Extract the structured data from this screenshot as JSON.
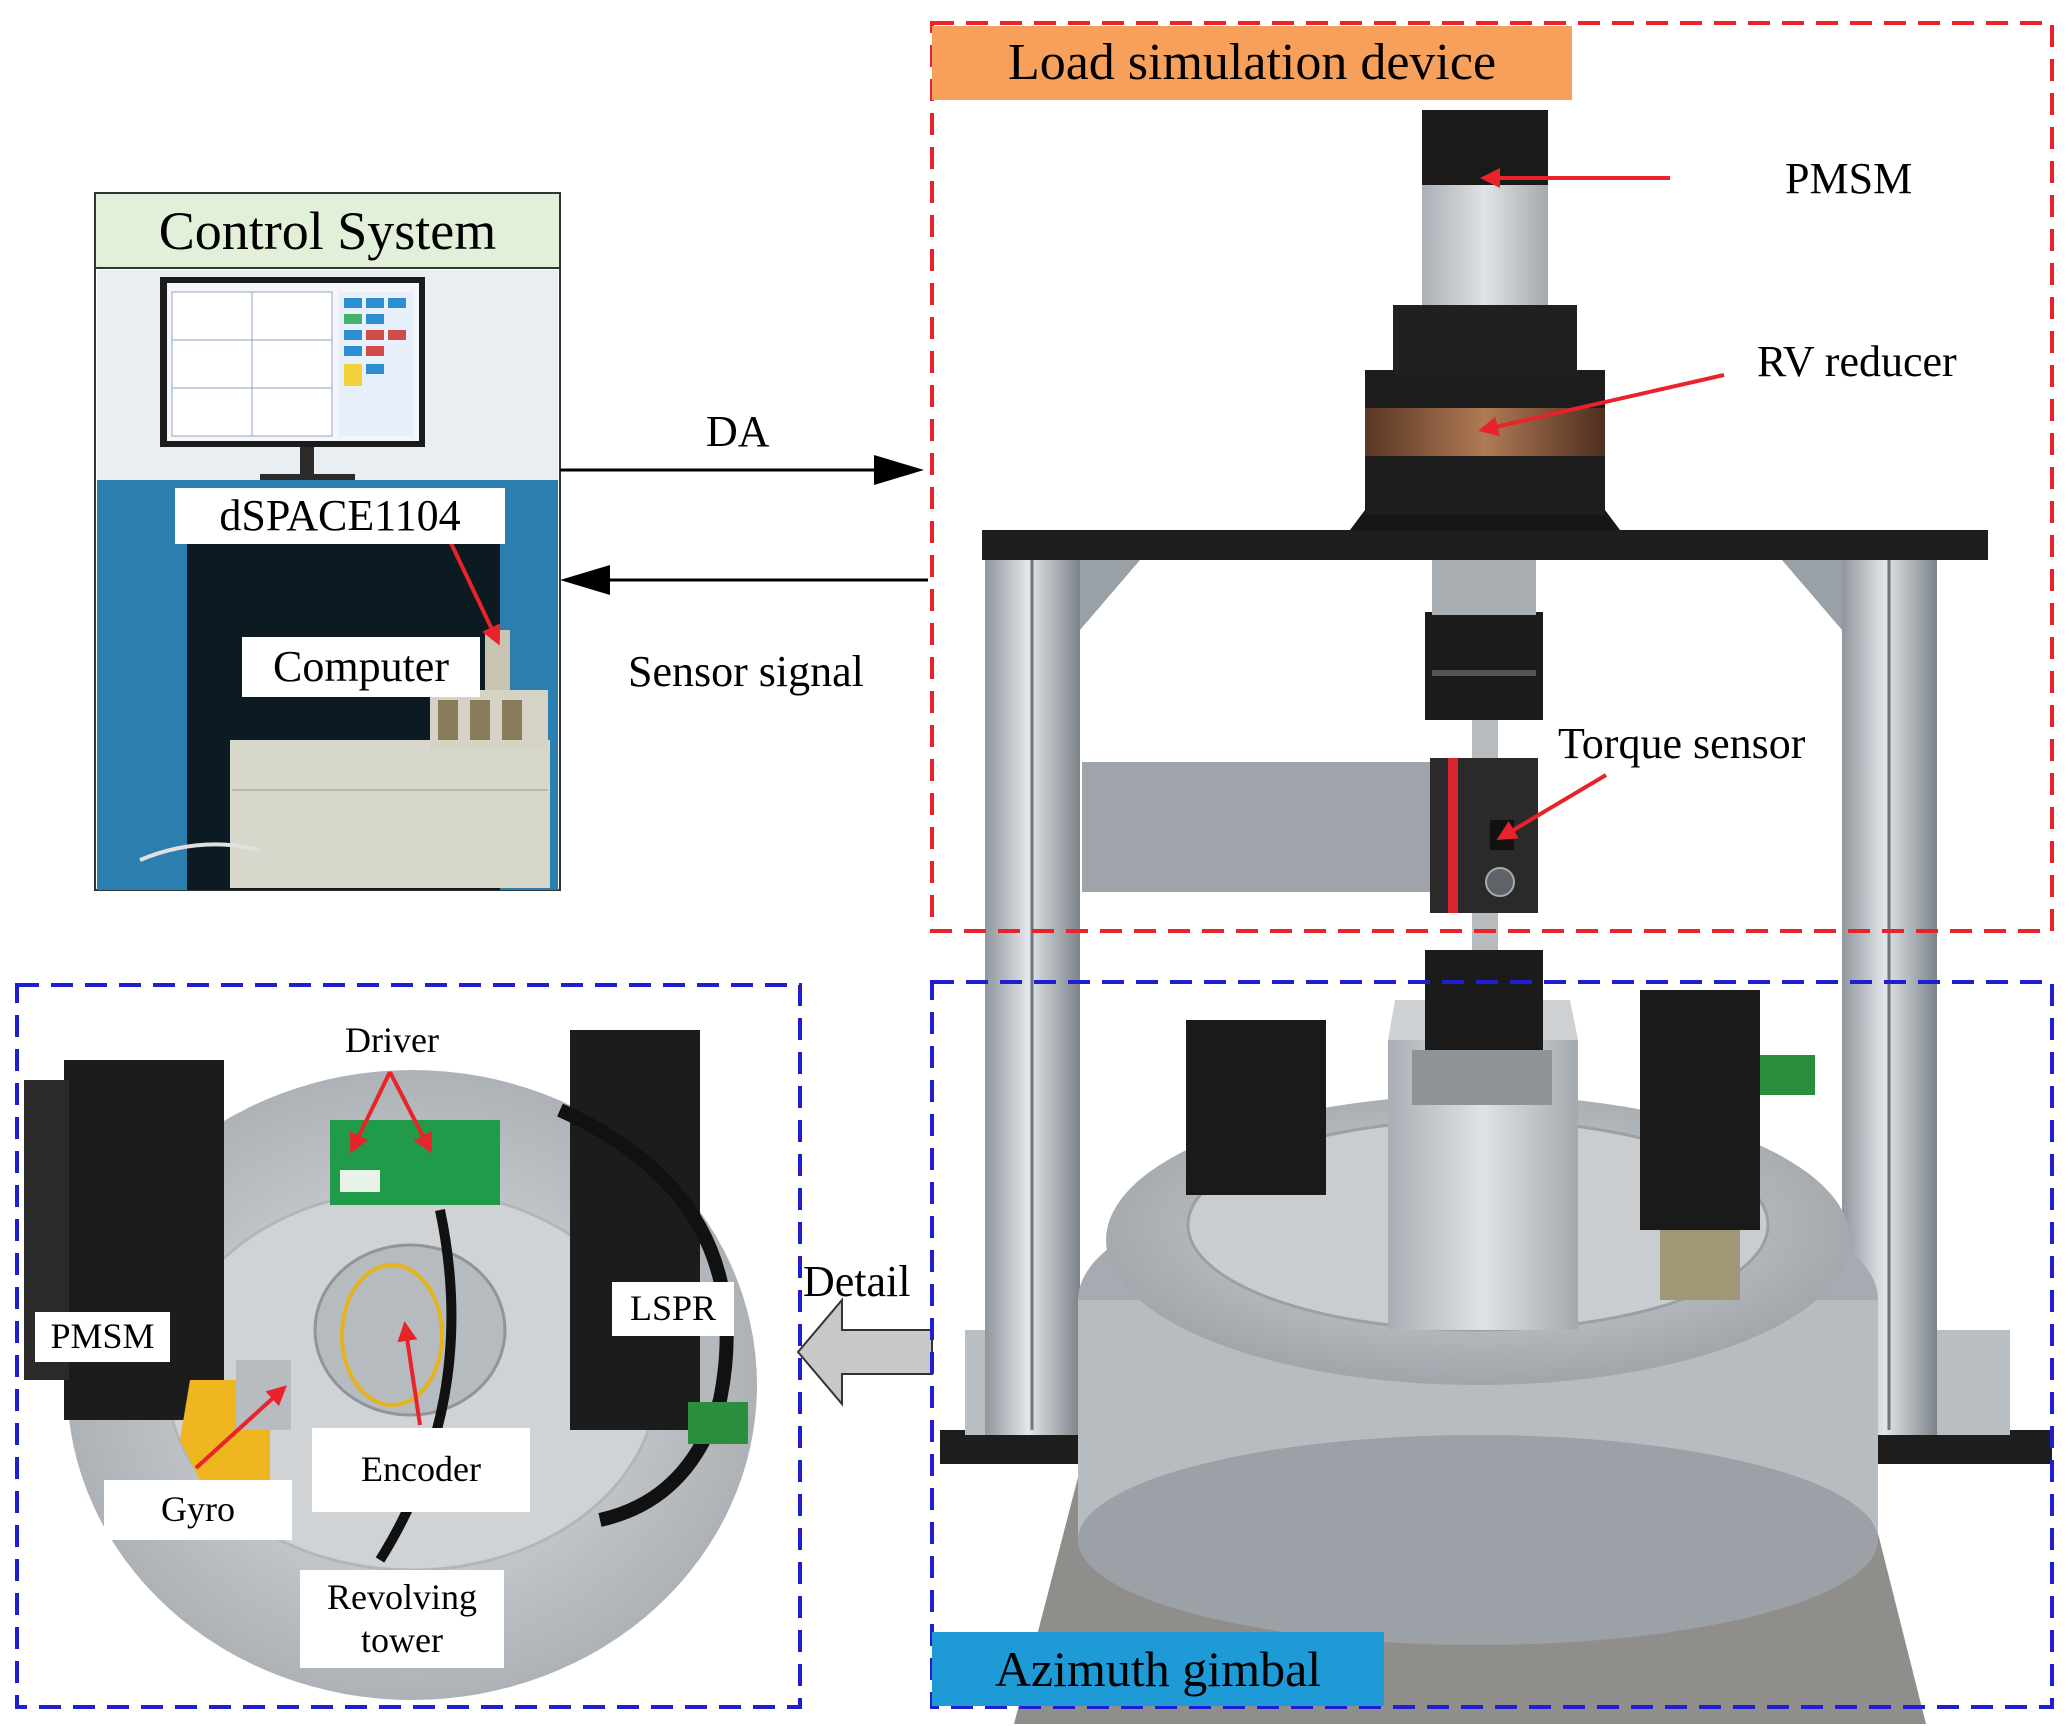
{
  "colors": {
    "load_frame": "#e8232a",
    "gimbal_frame": "#1f1fcf",
    "load_title_bg": "#f7a05b",
    "gimbal_title_bg": "#1e9bd7",
    "control_title_bg": "#e2efd9",
    "label_arrow": "#e8232a",
    "detail_arrow": "#c8c8c8"
  },
  "control_system": {
    "title": "Control System",
    "dspace_label": "dSPACE1104",
    "computer_label": "Computer"
  },
  "signals": {
    "da_label": "DA",
    "sensor_label": "Sensor signal",
    "detail_label": "Detail"
  },
  "load_device": {
    "title": "Load simulation device",
    "pmsm_label": "PMSM",
    "rv_label": "RV reducer",
    "torque_label": "Torque sensor"
  },
  "azimuth": {
    "title": "Azimuth gimbal"
  },
  "detail_view": {
    "driver_label": "Driver",
    "pmsm_label": "PMSM",
    "lspr_label": "LSPR",
    "encoder_label": "Encoder",
    "gyro_label": "Gyro",
    "revolving_label_line1": "Revolving",
    "revolving_label_line2": "tower"
  },
  "icons": [
    "arrow-right-icon",
    "arrow-left-icon",
    "detail-arrow-icon"
  ]
}
